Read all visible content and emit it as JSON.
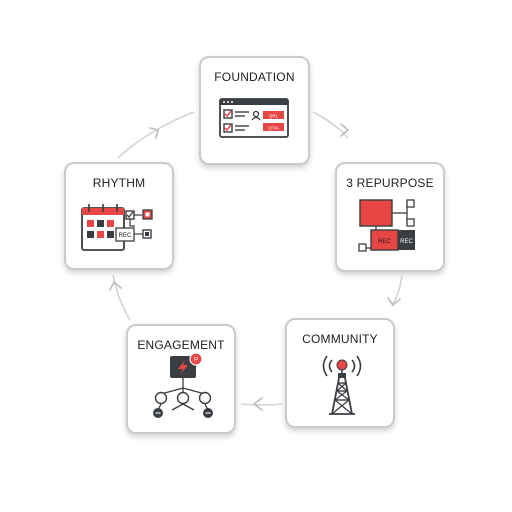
{
  "nodes": {
    "foundation": {
      "title": "FOUNDATION",
      "tags": [
        "QRL",
        "QTIA"
      ]
    },
    "repurpose": {
      "title": "3 REPURPOSE",
      "tags": [
        "REC",
        "REC"
      ]
    },
    "community": {
      "title": "COMMUNITY"
    },
    "engagement": {
      "title": "ENGAGEMENT"
    },
    "rhythm": {
      "title": "RHYTHM",
      "tag": "REC"
    }
  },
  "colors": {
    "accent": "#e84545",
    "dark": "#3a3d42",
    "card_border": "#c9cbd0",
    "arrow": "#d2d4d8"
  }
}
